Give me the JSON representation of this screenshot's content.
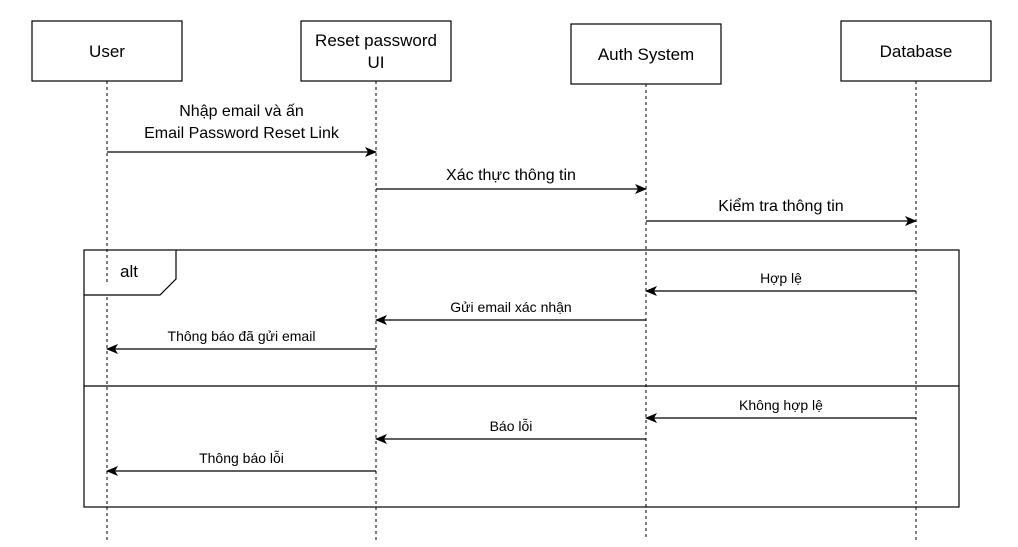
{
  "participants": [
    {
      "id": "user",
      "lines": [
        "User"
      ]
    },
    {
      "id": "ui",
      "lines": [
        "Reset password",
        "UI"
      ]
    },
    {
      "id": "auth",
      "lines": [
        "Auth System"
      ]
    },
    {
      "id": "db",
      "lines": [
        "Database"
      ]
    }
  ],
  "messages": [
    {
      "id": "m1",
      "from": "user",
      "to": "ui",
      "lines": [
        "Nhập email và ấn",
        "Email Password Reset Link"
      ]
    },
    {
      "id": "m2",
      "from": "ui",
      "to": "auth",
      "lines": [
        "Xác thực thông tin"
      ]
    },
    {
      "id": "m3",
      "from": "auth",
      "to": "db",
      "lines": [
        "Kiểm tra thông tin"
      ]
    },
    {
      "id": "m4",
      "from": "db",
      "to": "auth",
      "lines": [
        "Hợp lệ"
      ]
    },
    {
      "id": "m5",
      "from": "auth",
      "to": "ui",
      "lines": [
        "Gửi email xác nhận"
      ]
    },
    {
      "id": "m6",
      "from": "ui",
      "to": "user",
      "lines": [
        "Thông báo đã gửi email"
      ]
    },
    {
      "id": "m7",
      "from": "db",
      "to": "auth",
      "lines": [
        "Không hợp lệ"
      ]
    },
    {
      "id": "m8",
      "from": "auth",
      "to": "ui",
      "lines": [
        "Báo lỗi"
      ]
    },
    {
      "id": "m9",
      "from": "ui",
      "to": "user",
      "lines": [
        "Thông báo lỗi"
      ]
    }
  ],
  "fragment": {
    "label": "alt"
  }
}
